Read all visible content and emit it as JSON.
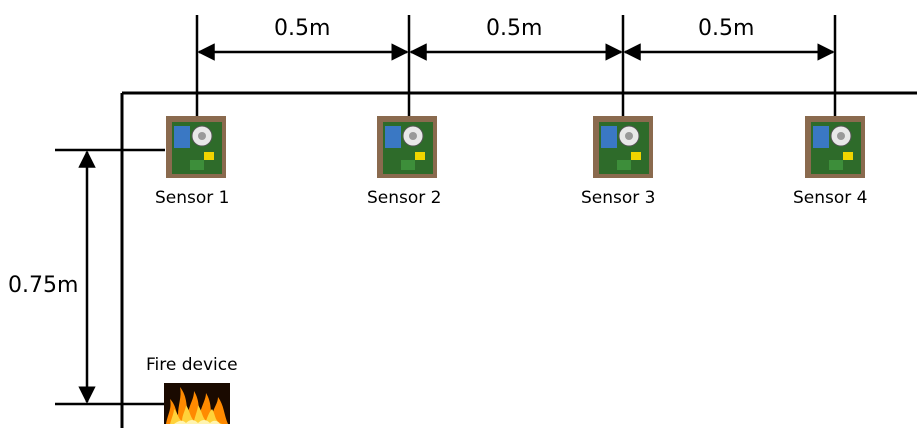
{
  "horizontal_spacing": [
    "0.5m",
    "0.5m",
    "0.5m"
  ],
  "vertical_distance": "0.75m",
  "sensors": [
    {
      "label": "Sensor 1"
    },
    {
      "label": "Sensor 2"
    },
    {
      "label": "Sensor 3"
    },
    {
      "label": "Sensor 4"
    }
  ],
  "fire_device": {
    "label": "Fire device"
  },
  "colors": {
    "line": "#000000",
    "board": "#2e6b2a",
    "terminal": "#3a78c4",
    "fire": "#ff8a00"
  }
}
